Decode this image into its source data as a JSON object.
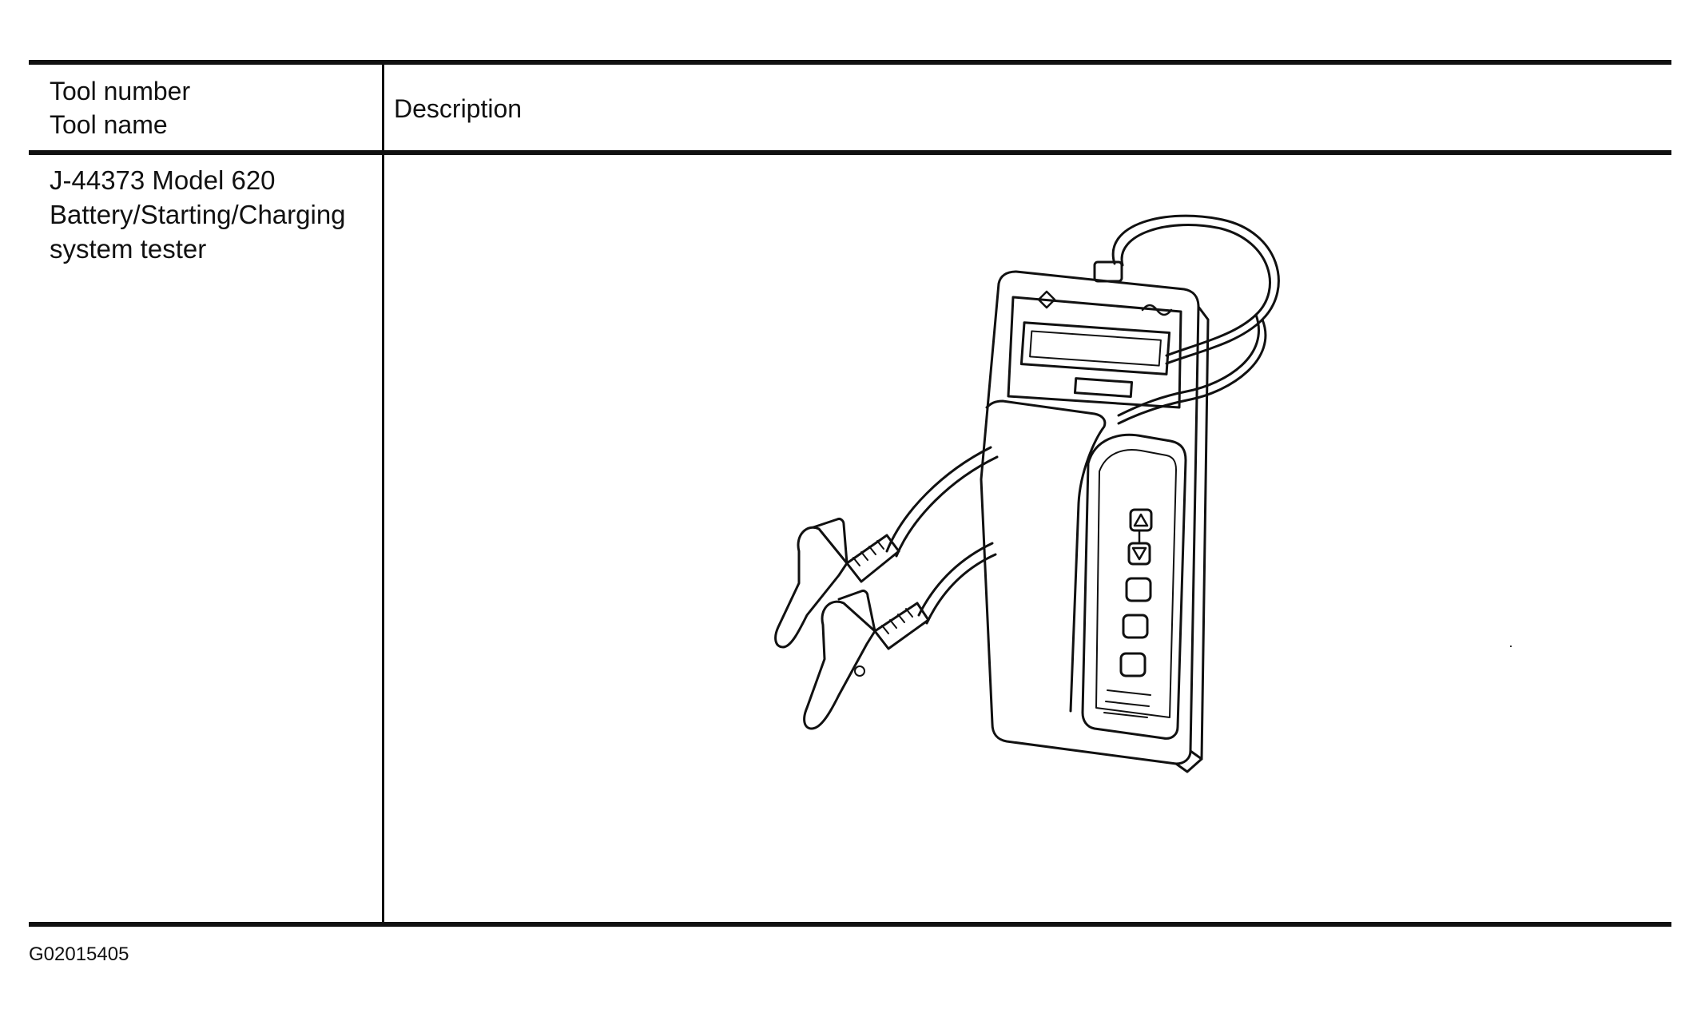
{
  "table": {
    "header": {
      "tool_line1": "Tool number",
      "tool_line2": "Tool name",
      "description": "Description"
    },
    "rows": [
      {
        "tool_lines": [
          "J-44373 Model 620",
          "Battery/Starting/Charging",
          "system tester"
        ],
        "illustration": "battery-starting-charging-tester"
      }
    ]
  },
  "figure_id": "G02015405"
}
